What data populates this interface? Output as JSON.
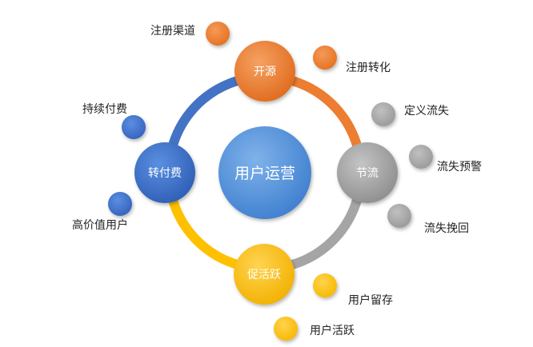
{
  "center": {
    "label": "用户运营",
    "color": "#4a86d4"
  },
  "nodes": {
    "top": {
      "label": "开源",
      "color": "#ed7d31"
    },
    "right": {
      "label": "节流",
      "color": "#a5a5a5"
    },
    "bottom": {
      "label": "促活跃",
      "color": "#ffc000"
    },
    "left": {
      "label": "转付费",
      "color": "#4472c4"
    }
  },
  "satellites": {
    "top_1": {
      "label": "注册渠道"
    },
    "top_2": {
      "label": "注册转化"
    },
    "right_1": {
      "label": "定义流失"
    },
    "right_2": {
      "label": "流失预警"
    },
    "right_3": {
      "label": "流失挽回"
    },
    "bottom_1": {
      "label": "用户留存"
    },
    "bottom_2": {
      "label": "用户活跃"
    },
    "left_1": {
      "label": "持续付费"
    },
    "left_2": {
      "label": "高价值用户"
    }
  }
}
